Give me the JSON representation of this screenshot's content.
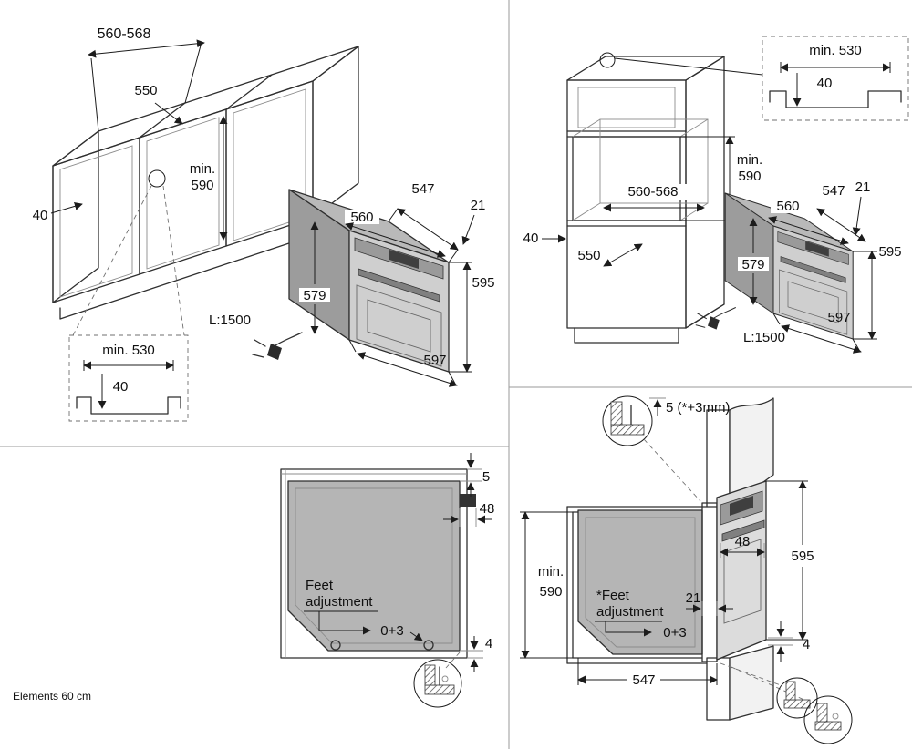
{
  "footer": {
    "note": "Elements 60 cm"
  },
  "top_left": {
    "cabinet_width": "560-568",
    "inner_width": "550",
    "niche_height_l1": "min.",
    "niche_height_l2": "590",
    "rear_gap": "40",
    "detail": {
      "min_width": "min. 530",
      "gap": "40"
    },
    "oven": {
      "depth": "547",
      "front_offset": "21",
      "top_width": "560",
      "body_height": "579",
      "front_height": "595",
      "front_width": "597",
      "cable": "L:1500"
    }
  },
  "top_right": {
    "detail": {
      "min_width": "min. 530",
      "gap": "40"
    },
    "niche_height_l1": "min.",
    "niche_height_l2": "590",
    "niche_width": "560-568",
    "rear_gap": "40",
    "niche_depth": "550",
    "oven": {
      "depth": "547",
      "front_offset": "21",
      "top_width": "560",
      "body_height": "579",
      "front_height": "595",
      "front_width": "597",
      "cable": "L:1500"
    }
  },
  "bottom_left": {
    "top_gap": "5",
    "handle_depth": "48",
    "feet_l1": "Feet",
    "feet_l2": "adjustment",
    "feet_range": "0+3",
    "bottom_gap": "4"
  },
  "bottom_right": {
    "top_gap": "5 (*+3mm)",
    "niche_height_l1": "min.",
    "niche_height_l2": "590",
    "handle_depth": "48",
    "front_height": "595",
    "front_offset": "21",
    "feet_l1": "*Feet",
    "feet_l2": "adjustment",
    "feet_range": "0+3",
    "bottom_gap": "4",
    "depth": "547"
  }
}
